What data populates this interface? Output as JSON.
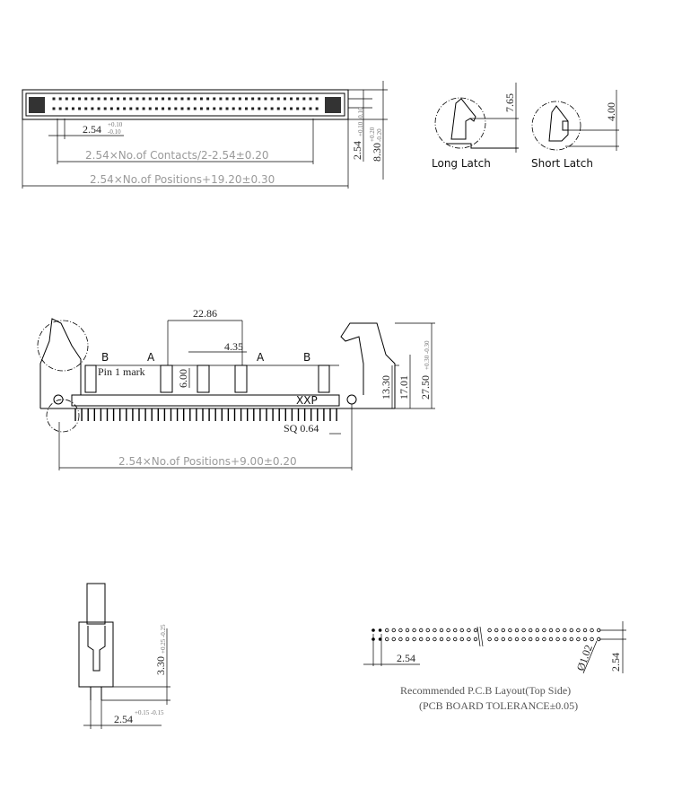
{
  "top_view": {
    "pitch": "2.54",
    "pitch_tol_plus": "+0.10",
    "pitch_tol_minus": "-0.10",
    "contacts_formula": "2.54×No.of Contacts/2-2.54±0.20",
    "positions_formula": "2.54×No.of Positions+19.20±0.30",
    "row_pitch": "2.54",
    "row_pitch_tol": "+0.10 -0.10",
    "width": "8.30",
    "width_tol_plus": "+0.20",
    "width_tol_minus": "-0.20"
  },
  "latches": {
    "long_height": "7.65",
    "long_label": "Long Latch",
    "short_height": "4.00",
    "short_label": "Short Latch"
  },
  "side_view": {
    "key_spacing": "22.86",
    "key_width": "4.35",
    "key_depth": "6.00",
    "label_a": "A",
    "label_b": "B",
    "pin1": "Pin 1 mark",
    "h1": "13.30",
    "h2": "17.01",
    "h3": "27.50",
    "h3_tol": "+0.30 -0.30",
    "marking": "XXP",
    "pin_size": "SQ 0.64",
    "length_formula": "2.54×No.of Positions+9.00±0.20"
  },
  "end_view": {
    "tail": "3.30",
    "tail_tol": "+0.25 -0.25",
    "pitch": "2.54",
    "pitch_tol": "+0.15 -0.15"
  },
  "pcb_layout": {
    "pitch_x": "2.54",
    "hole": "Ø1.02",
    "pitch_y": "2.54",
    "title": "Recommended P.C.B Layout(Top Side)",
    "tolerance": "(PCB BOARD TOLERANCE±0.05)"
  }
}
